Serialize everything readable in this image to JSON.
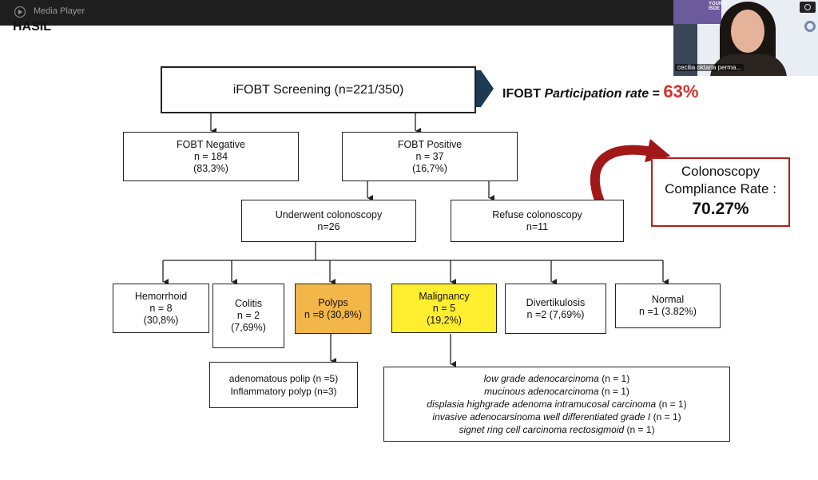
{
  "window": {
    "title": "Media Player"
  },
  "slide": {
    "heading": "HASIL"
  },
  "participation": {
    "prefix": "IFOBT ",
    "label": "Participation rate",
    "equals": " = ",
    "value": "63%"
  },
  "compliance": {
    "line1": "Colonoscopy",
    "line2": "Compliance Rate :",
    "value": "70.27%"
  },
  "boxes": {
    "screening": "iFOBT Screening (n=221/350)",
    "fobt_negative": [
      "FOBT Negative",
      "n = 184",
      "(83,3%)"
    ],
    "fobt_positive": [
      "FOBT Positive",
      "n = 37",
      "(16,7%)"
    ],
    "underwent": [
      "Underwent colonoscopy",
      "n=26"
    ],
    "refuse": [
      "Refuse colonoscopy",
      "n=11"
    ],
    "hemorrhoid": [
      "Hemorrhoid",
      "n = 8",
      "(30,8%)"
    ],
    "colitis": [
      "Colitis",
      "n = 2",
      "(7,69%)"
    ],
    "polyps": [
      "Polyps",
      "n =8 (30,8%)"
    ],
    "malignancy": [
      "Malignancy",
      "n = 5",
      "(19,2%)"
    ],
    "divertikulosis": [
      "Divertikulosis",
      "n =2 (7,69%)"
    ],
    "normal": [
      "Normal",
      "n =1 (3.82%)"
    ]
  },
  "polyp_types": [
    {
      "name": "adenomatous polip",
      "count": "(n =5)"
    },
    {
      "name": "Inflammatory polyp",
      "count": "(n=3)"
    }
  ],
  "malignancy_types": [
    {
      "name": "low grade adenocarcinoma",
      "count": "(n = 1)"
    },
    {
      "name": "mucinous adenocarcinoma",
      "count": "(n = 1)"
    },
    {
      "name": "displasia highgrade adenoma intramucosal carcinoma",
      "count": "(n = 1)"
    },
    {
      "name": "invasive adenocarsinoma well differentiated grade I",
      "count": "(n = 1)"
    },
    {
      "name": "signet ring cell carcinoma rectosigmoid",
      "count": "(n = 1)"
    }
  ],
  "webcam": {
    "participant_name": "cecilia oktaria perma...",
    "banner_text": "YOUNG ISDE"
  },
  "colors": {
    "polyps": "#f3b648",
    "malignancy": "#ffee2f",
    "participation_value": "#d4322a",
    "compliance_border": "#b22020",
    "chevron": "#1d3a55"
  }
}
